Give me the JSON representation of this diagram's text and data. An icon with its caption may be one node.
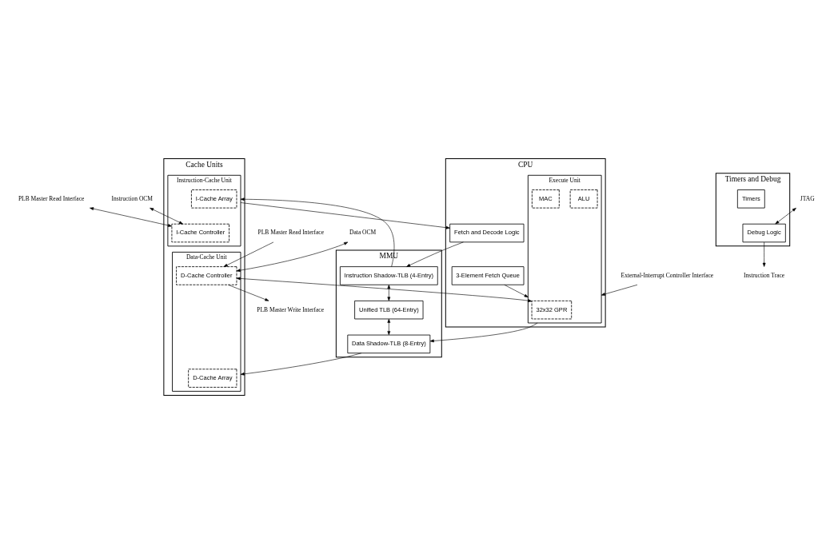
{
  "diagram": {
    "nodes": [
      {
        "text": [
          "Cache Units"
        ]
      },
      {
        "text": [
          "Instruction-Cache Unit"
        ],
        "in": 0
      },
      {
        "text": [
          "I-Cache Array"
        ],
        "in": 1
      },
      {
        "text": [
          "I-Cache Controller"
        ],
        "in": 1
      },
      {
        "text": [
          "Data-Cache Unit"
        ],
        "in": 0
      },
      {
        "text": [
          "D-Cache Array"
        ],
        "in": 4
      },
      {
        "text": [
          "D-Cache Controller"
        ],
        "in": 4
      },
      {
        "text": [
          "MMU"
        ]
      },
      {
        "text": [
          "Instruction Shadow-TLB (4-Entry)"
        ],
        "in": 7
      },
      {
        "text": [
          "Unified TLB (64-Entry)"
        ],
        "in": 7
      },
      {
        "text": [
          "Data Shadow-TLB (8-Entry)"
        ],
        "in": 7
      },
      {
        "text": [
          "CPU"
        ]
      },
      {
        "text": [
          "Fetch and Decode Logic"
        ],
        "in": 11
      },
      {
        "text": [
          "3-Element Fetch Queue"
        ],
        "in": 11
      },
      {
        "text": [
          "Execute Unit"
        ],
        "in": 11
      },
      {
        "text": [
          "32x32 GPR"
        ],
        "in": 14
      },
      {
        "text": [
          "ALU"
        ],
        "in": 14
      },
      {
        "text": [
          "MAC"
        ],
        "in": 14
      },
      {
        "text": [
          "Timers and Debug"
        ]
      },
      {
        "text": [
          "Timers"
        ],
        "in": 18
      },
      {
        "text": [
          "Debug Logic"
        ],
        "in": 18
      },
      {
        "text": [
          "PLB Master Read Interface"
        ]
      },
      {
        "text": [
          "Instruction OCM"
        ]
      },
      {
        "text": [
          "PLB Master Read Interface"
        ]
      },
      {
        "text": [
          "PLB Master Write Interface"
        ]
      },
      {
        "text": [
          "Data OCM"
        ]
      },
      {
        "text": [
          "External-Interrupt Controller Interface"
        ]
      },
      {
        "text": [
          "JTAG"
        ]
      },
      {
        "text": [
          "Instruction Trace"
        ]
      }
    ],
    "edges": [
      {
        "from": 21,
        "to": 3,
        "arrow": "both"
      },
      {
        "from": 22,
        "to": 3,
        "arrow": "both"
      },
      {
        "from": 1,
        "to": 12,
        "arrow": "to"
      },
      {
        "from": 12,
        "to": 8,
        "arrow": "to"
      },
      {
        "from": 8,
        "to": 1,
        "arrow": "to"
      },
      {
        "from": 8,
        "to": 9,
        "arrow": "both"
      },
      {
        "from": 9,
        "to": 10,
        "arrow": "both"
      },
      {
        "from": 13,
        "to": 14,
        "arrow": "to"
      },
      {
        "from": 14,
        "to": 10,
        "arrow": "to"
      },
      {
        "from": 10,
        "to": 4,
        "arrow": "to"
      },
      {
        "from": 6,
        "to": 15,
        "arrow": "both"
      },
      {
        "from": 23,
        "to": 6,
        "arrow": "to"
      },
      {
        "from": 6,
        "to": 24,
        "arrow": "to"
      },
      {
        "from": 25,
        "to": 6,
        "arrow": "both"
      },
      {
        "from": 26,
        "to": 14,
        "arrow": "to"
      },
      {
        "from": 27,
        "to": 20,
        "arrow": "both"
      },
      {
        "from": 20,
        "to": 28,
        "arrow": "to"
      }
    ]
  }
}
